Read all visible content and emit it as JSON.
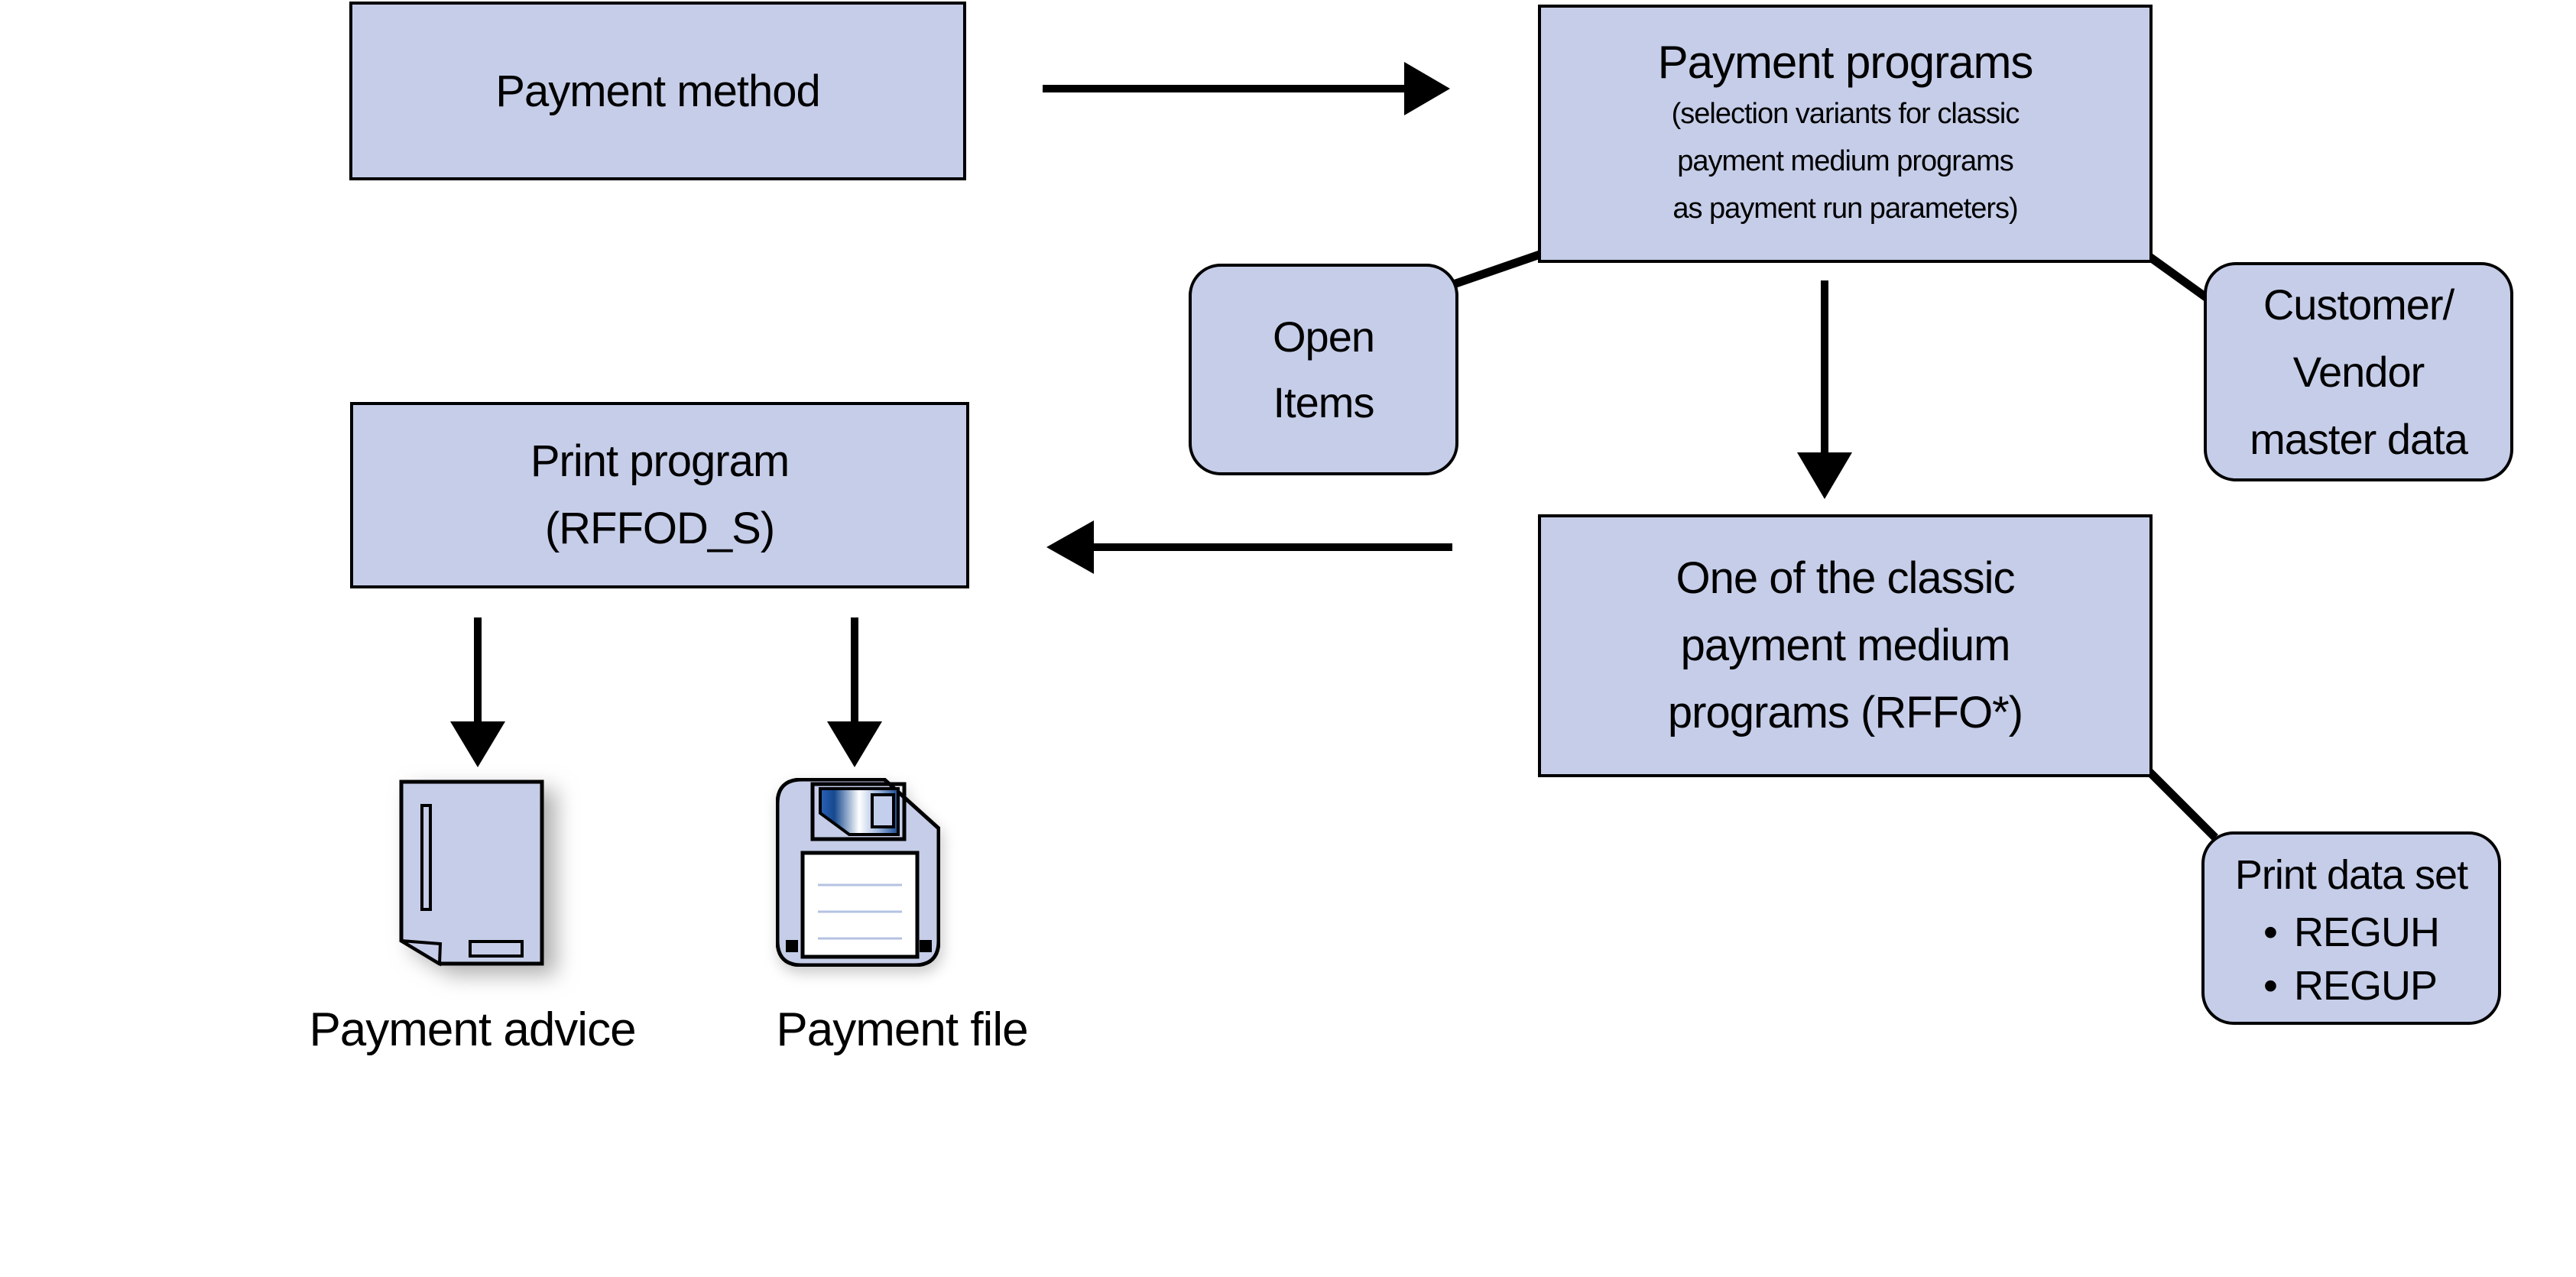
{
  "colors": {
    "background": "#ffffff",
    "node_fill": "#c5cde8",
    "node_border": "#000000",
    "connector": "#000000",
    "floppy_label_line": "#b5c2e2",
    "floppy_shutter_dark": "#16498f",
    "floppy_window_fill": "#c3cfec"
  },
  "nodes": {
    "payment_method": {
      "label": "Payment method"
    },
    "payment_programs": {
      "title": "Payment programs",
      "subtitle_lines": [
        "(selection variants for classic",
        "payment medium programs",
        "as payment run parameters)"
      ]
    },
    "open_items": {
      "lines": [
        "Open",
        "Items"
      ]
    },
    "customer_vendor": {
      "lines": [
        "Customer/",
        "Vendor",
        "master data"
      ]
    },
    "classic_programs": {
      "lines": [
        "One of the classic",
        "payment medium",
        "programs (RFFO*)"
      ]
    },
    "print_program": {
      "lines": [
        "Print program",
        "(RFFOD_S)"
      ]
    },
    "print_data_set": {
      "title": "Print data set",
      "bullet_char": "•",
      "bullets": [
        "REGUH",
        "REGUP"
      ]
    }
  },
  "outputs": {
    "payment_advice": {
      "label": "Payment advice"
    },
    "payment_file": {
      "label": "Payment file"
    }
  }
}
